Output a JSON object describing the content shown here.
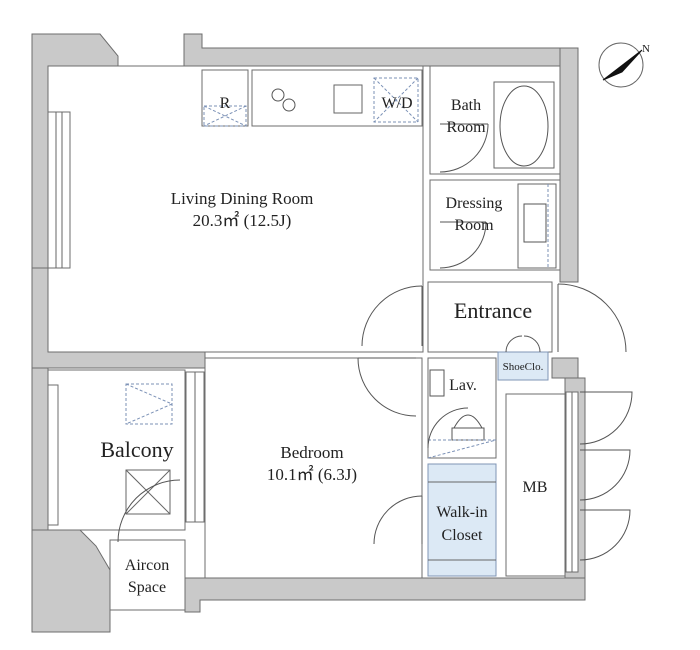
{
  "rooms": {
    "living": {
      "name": "Living Dining Room",
      "area": "20.3㎡ (12.5J)"
    },
    "bedroom": {
      "name": "Bedroom",
      "area": "10.1㎡ (6.3J)"
    },
    "bath": {
      "line1": "Bath",
      "line2": "Room"
    },
    "dressing": {
      "line1": "Dressing",
      "line2": "Room"
    },
    "entrance": "Entrance",
    "lav": "Lav.",
    "walkin": {
      "line1": "Walk-in",
      "line2": "Closet"
    },
    "mb": "MB",
    "balcony": "Balcony",
    "aircon": {
      "line1": "Aircon",
      "line2": "Space"
    },
    "shoe": "ShoeClo."
  },
  "fixtures": {
    "fridge": "R",
    "washer": "W/D"
  },
  "compass": {
    "north": "N"
  },
  "colors": {
    "wall": "#c9c9c9",
    "closet": "#dce9f5",
    "line": "#6d6d6d"
  }
}
